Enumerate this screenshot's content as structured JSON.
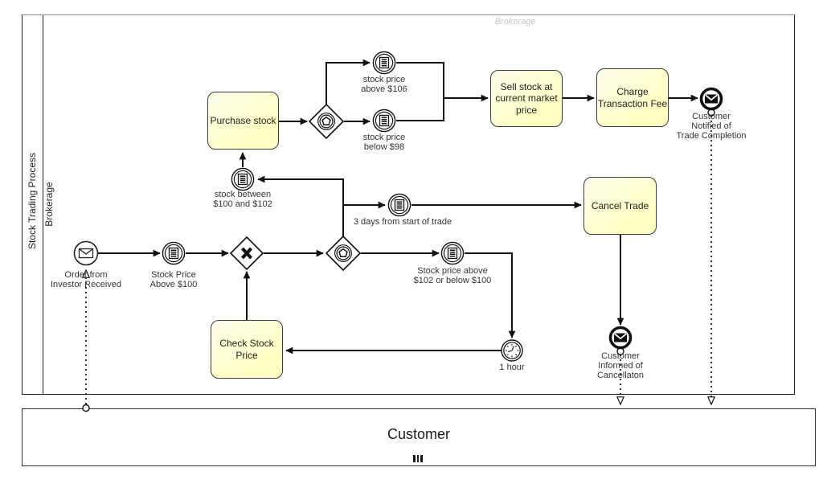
{
  "watermark": "Brokerage",
  "pools": {
    "brokerage": {
      "title": "Stock Trading Process",
      "lane": "Brokerage"
    },
    "customer": {
      "title": "Customer"
    }
  },
  "tasks": {
    "purchase": "Purchase stock",
    "sell": "Sell stock at\ncurrent market\nprice",
    "charge": "Charge\nTransaction Fee",
    "cancel": "Cancel Trade",
    "check": "Check Stock\nPrice"
  },
  "events": {
    "start_order": "Order from\nInvestor Received",
    "price_above_100": "Stock Price\nAbove $100",
    "price_above_106": "stock price\nabove $106",
    "price_below_98": "stock price\nbelow $98",
    "between_100_102": "stock between\n$100 and $102",
    "three_days": "3 days from start of trade",
    "above_102_below_100": "Stock price above\n$102 or below $100",
    "one_hour": "1 hour",
    "notified_completion": "Customer\nNotified of\nTrade Completion",
    "informed_cancellation": "Customer\nInformed of\nCancellaton"
  }
}
